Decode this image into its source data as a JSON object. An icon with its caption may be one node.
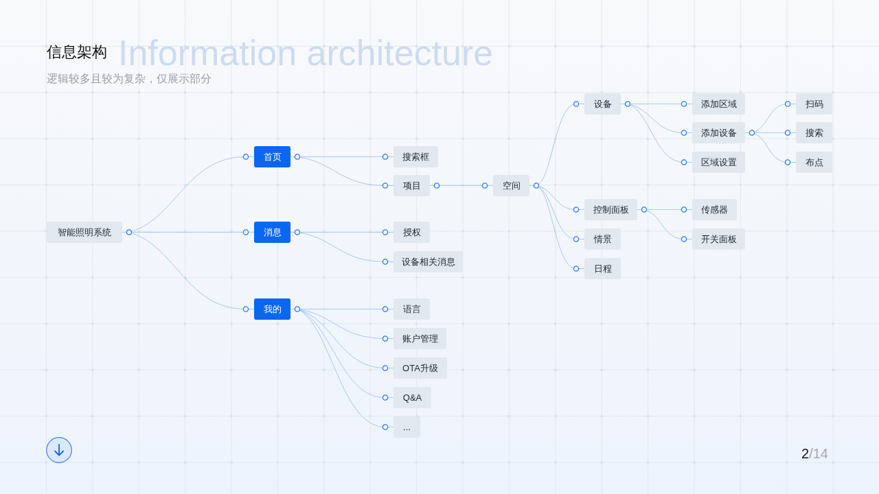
{
  "diagram": {
    "title": "信息架构",
    "nodes": [
      {
        "text": [
          "智能照明系统"
        ]
      },
      {
        "text": [
          "首页"
        ]
      },
      {
        "text": [
          "消息"
        ]
      },
      {
        "text": [
          "我的"
        ]
      },
      {
        "text": [
          "搜索框"
        ]
      },
      {
        "text": [
          "项目"
        ]
      },
      {
        "text": [
          "授权"
        ]
      },
      {
        "text": [
          "设备相关消息"
        ]
      },
      {
        "text": [
          "语言"
        ]
      },
      {
        "text": [
          "账户管理"
        ]
      },
      {
        "text": [
          "OTA升级"
        ]
      },
      {
        "text": [
          "Q&A"
        ]
      },
      {
        "text": [
          "..."
        ]
      },
      {
        "text": [
          "空间"
        ]
      },
      {
        "text": [
          "设备"
        ]
      },
      {
        "text": [
          "控制面板"
        ]
      },
      {
        "text": [
          "情景"
        ]
      },
      {
        "text": [
          "日程"
        ]
      },
      {
        "text": [
          "添加区域"
        ]
      },
      {
        "text": [
          "添加设备"
        ]
      },
      {
        "text": [
          "区域设置"
        ]
      },
      {
        "text": [
          "传感器"
        ]
      },
      {
        "text": [
          "开关面板"
        ]
      },
      {
        "text": [
          "扫码"
        ]
      },
      {
        "text": [
          "搜索"
        ]
      },
      {
        "text": [
          "布点"
        ]
      }
    ],
    "edges": [
      {
        "from": 0,
        "to": 1,
        "arrow": "other"
      },
      {
        "from": 0,
        "to": 2,
        "arrow": "other"
      },
      {
        "from": 0,
        "to": 3,
        "arrow": "other"
      },
      {
        "from": 1,
        "to": 4,
        "arrow": "other"
      },
      {
        "from": 1,
        "to": 5,
        "arrow": "other"
      },
      {
        "from": 2,
        "to": 6,
        "arrow": "other"
      },
      {
        "from": 2,
        "to": 7,
        "arrow": "other"
      },
      {
        "from": 3,
        "to": 8,
        "arrow": "other"
      },
      {
        "from": 3,
        "to": 9,
        "arrow": "other"
      },
      {
        "from": 3,
        "to": 10,
        "arrow": "other"
      },
      {
        "from": 3,
        "to": 11,
        "arrow": "other"
      },
      {
        "from": 3,
        "to": 12,
        "arrow": "other"
      },
      {
        "from": 5,
        "to": 13,
        "arrow": "other"
      },
      {
        "from": 13,
        "to": 14,
        "arrow": "other"
      },
      {
        "from": 13,
        "to": 15,
        "arrow": "other"
      },
      {
        "from": 13,
        "to": 16,
        "arrow": "other"
      },
      {
        "from": 13,
        "to": 17,
        "arrow": "other"
      },
      {
        "from": 14,
        "to": 18,
        "arrow": "other"
      },
      {
        "from": 14,
        "to": 19,
        "arrow": "other"
      },
      {
        "from": 14,
        "to": 20,
        "arrow": "other"
      },
      {
        "from": 15,
        "to": 21,
        "arrow": "other"
      },
      {
        "from": 15,
        "to": 22,
        "arrow": "other"
      },
      {
        "from": 19,
        "to": 23,
        "arrow": "other"
      },
      {
        "from": 19,
        "to": 24,
        "arrow": "other"
      },
      {
        "from": 19,
        "to": 25,
        "arrow": "other"
      }
    ],
    "labels": [
      "Information architecture",
      "逻辑较多且较为复杂，仅展示部分",
      "2",
      "/14"
    ]
  }
}
